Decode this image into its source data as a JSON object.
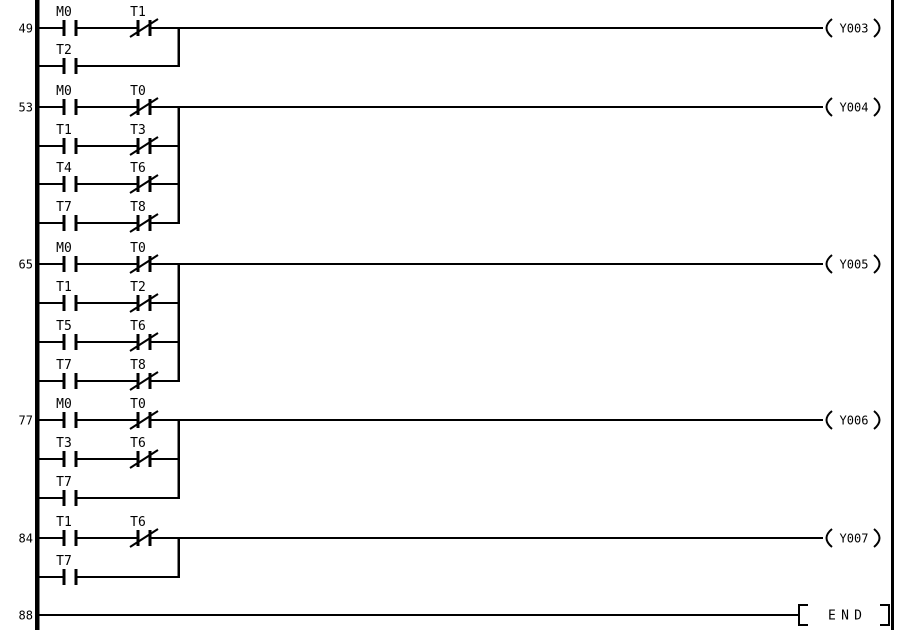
{
  "diagram": {
    "type": "plc-ladder-logic",
    "colors": {
      "line": "#000000",
      "background": "#ffffff"
    },
    "symbols": {
      "no_contact": "-| |-",
      "nc_contact": "-|/|-",
      "output_coil": "-( )-",
      "instruction": "-[ ]-"
    },
    "rungs": [
      {
        "step": "49",
        "coil": "Y003",
        "rows": [
          {
            "contacts": [
              {
                "label": "M0",
                "type": "NO"
              },
              {
                "label": "T1",
                "type": "NC"
              }
            ]
          },
          {
            "contacts": [
              {
                "label": "T2",
                "type": "NO"
              }
            ]
          }
        ]
      },
      {
        "step": "53",
        "coil": "Y004",
        "rows": [
          {
            "contacts": [
              {
                "label": "M0",
                "type": "NO"
              },
              {
                "label": "T0",
                "type": "NC"
              }
            ]
          },
          {
            "contacts": [
              {
                "label": "T1",
                "type": "NO"
              },
              {
                "label": "T3",
                "type": "NC"
              }
            ]
          },
          {
            "contacts": [
              {
                "label": "T4",
                "type": "NO"
              },
              {
                "label": "T6",
                "type": "NC"
              }
            ]
          },
          {
            "contacts": [
              {
                "label": "T7",
                "type": "NO"
              },
              {
                "label": "T8",
                "type": "NC"
              }
            ]
          }
        ]
      },
      {
        "step": "65",
        "coil": "Y005",
        "rows": [
          {
            "contacts": [
              {
                "label": "M0",
                "type": "NO"
              },
              {
                "label": "T0",
                "type": "NC"
              }
            ]
          },
          {
            "contacts": [
              {
                "label": "T1",
                "type": "NO"
              },
              {
                "label": "T2",
                "type": "NC"
              }
            ]
          },
          {
            "contacts": [
              {
                "label": "T5",
                "type": "NO"
              },
              {
                "label": "T6",
                "type": "NC"
              }
            ]
          },
          {
            "contacts": [
              {
                "label": "T7",
                "type": "NO"
              },
              {
                "label": "T8",
                "type": "NC"
              }
            ]
          }
        ]
      },
      {
        "step": "77",
        "coil": "Y006",
        "rows": [
          {
            "contacts": [
              {
                "label": "M0",
                "type": "NO"
              },
              {
                "label": "T0",
                "type": "NC"
              }
            ]
          },
          {
            "contacts": [
              {
                "label": "T3",
                "type": "NO"
              },
              {
                "label": "T6",
                "type": "NC"
              }
            ]
          },
          {
            "contacts": [
              {
                "label": "T7",
                "type": "NO"
              }
            ]
          }
        ]
      },
      {
        "step": "84",
        "coil": "Y007",
        "rows": [
          {
            "contacts": [
              {
                "label": "T1",
                "type": "NO"
              },
              {
                "label": "T6",
                "type": "NC"
              }
            ]
          },
          {
            "contacts": [
              {
                "label": "T7",
                "type": "NO"
              }
            ]
          }
        ]
      },
      {
        "step": "88",
        "instruction": "END"
      }
    ]
  }
}
